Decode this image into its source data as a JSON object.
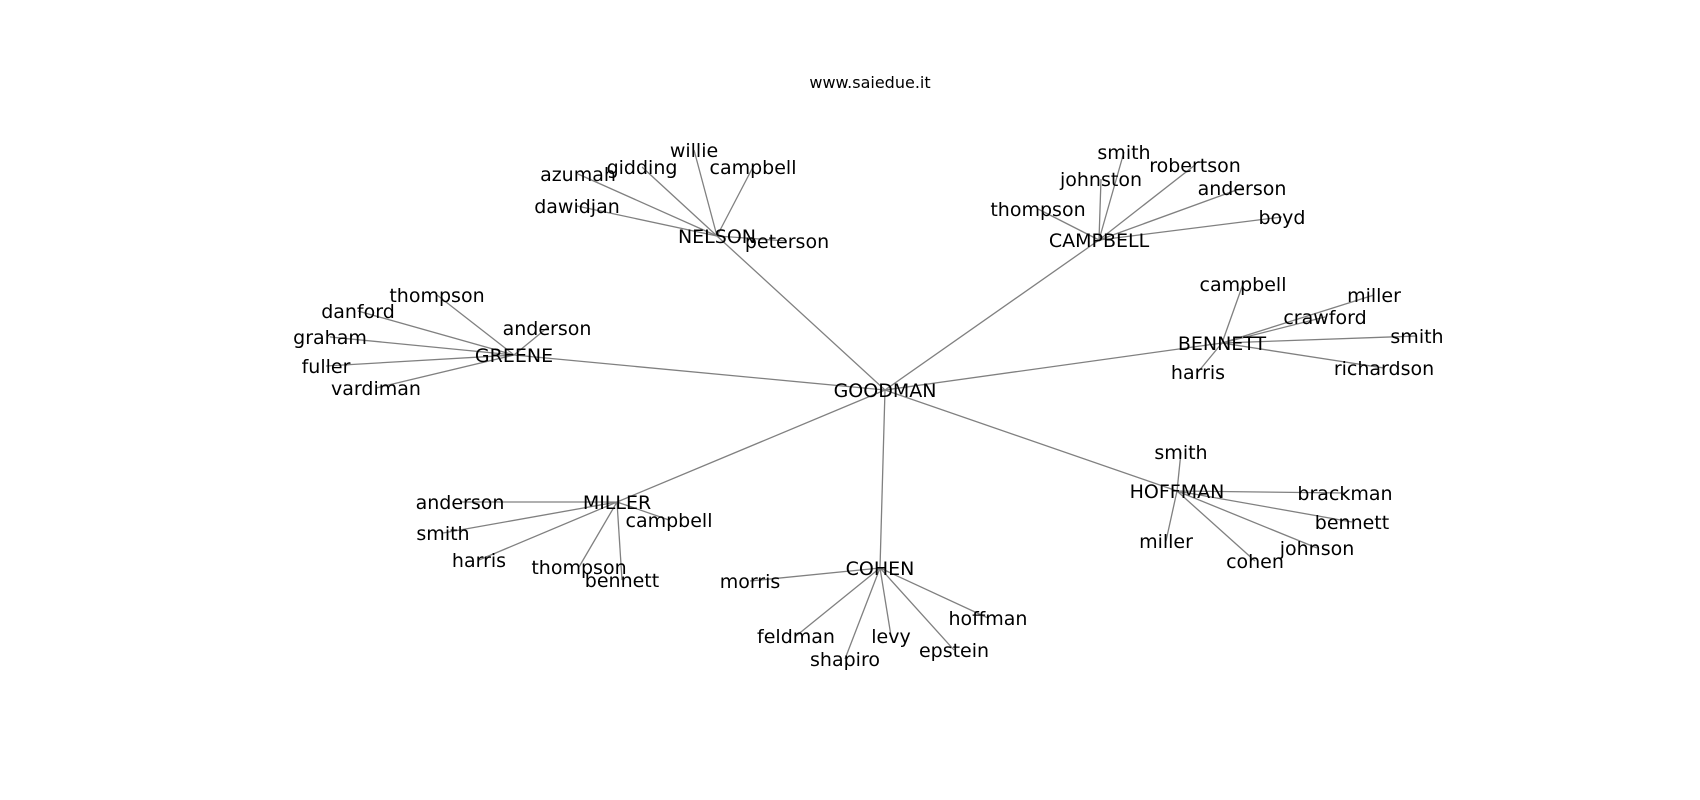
{
  "header": {
    "site": "www.saiedue.it"
  },
  "network": {
    "center": "GOODMAN",
    "clusters": [
      {
        "hub": "NELSON",
        "leaves": [
          "willie",
          "azumah",
          "gidding",
          "campbell",
          "dawidjan",
          "peterson"
        ]
      },
      {
        "hub": "CAMPBELL",
        "leaves": [
          "smith",
          "johnston",
          "robertson",
          "anderson",
          "thompson",
          "boyd"
        ]
      },
      {
        "hub": "GREENE",
        "leaves": [
          "thompson",
          "danford",
          "graham",
          "anderson",
          "fuller",
          "vardiman"
        ]
      },
      {
        "hub": "BENNETT",
        "leaves": [
          "campbell",
          "miller",
          "crawford",
          "smith",
          "harris",
          "richardson"
        ]
      },
      {
        "hub": "HOFFMAN",
        "leaves": [
          "smith",
          "brackman",
          "bennett",
          "miller",
          "johnson",
          "cohen"
        ]
      },
      {
        "hub": "MILLER",
        "leaves": [
          "anderson",
          "smith",
          "campbell",
          "harris",
          "thompson",
          "bennett"
        ]
      },
      {
        "hub": "COHEN",
        "leaves": [
          "morris",
          "hoffman",
          "feldman",
          "levy",
          "epstein",
          "shapiro"
        ]
      }
    ]
  }
}
